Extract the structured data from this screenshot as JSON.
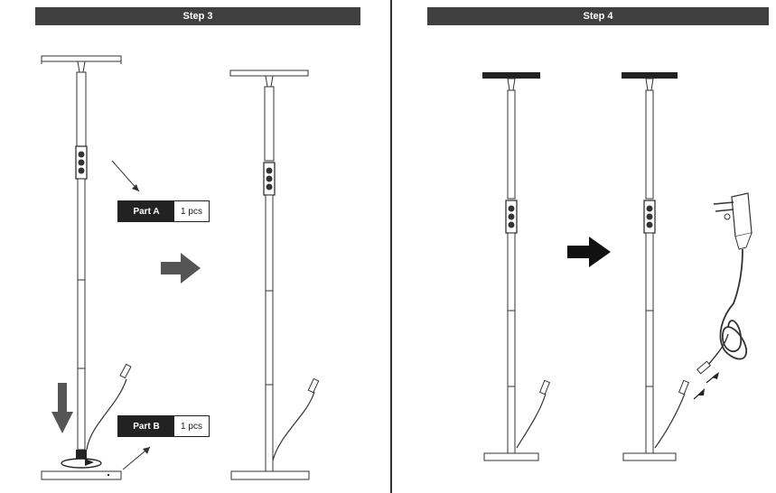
{
  "steps": {
    "step3": "Step 3",
    "step4": "Step 4"
  },
  "parts": {
    "a": {
      "name": "Part A",
      "qty": "1 pcs"
    },
    "b": {
      "name": "Part B",
      "qty": "1 pcs"
    }
  }
}
